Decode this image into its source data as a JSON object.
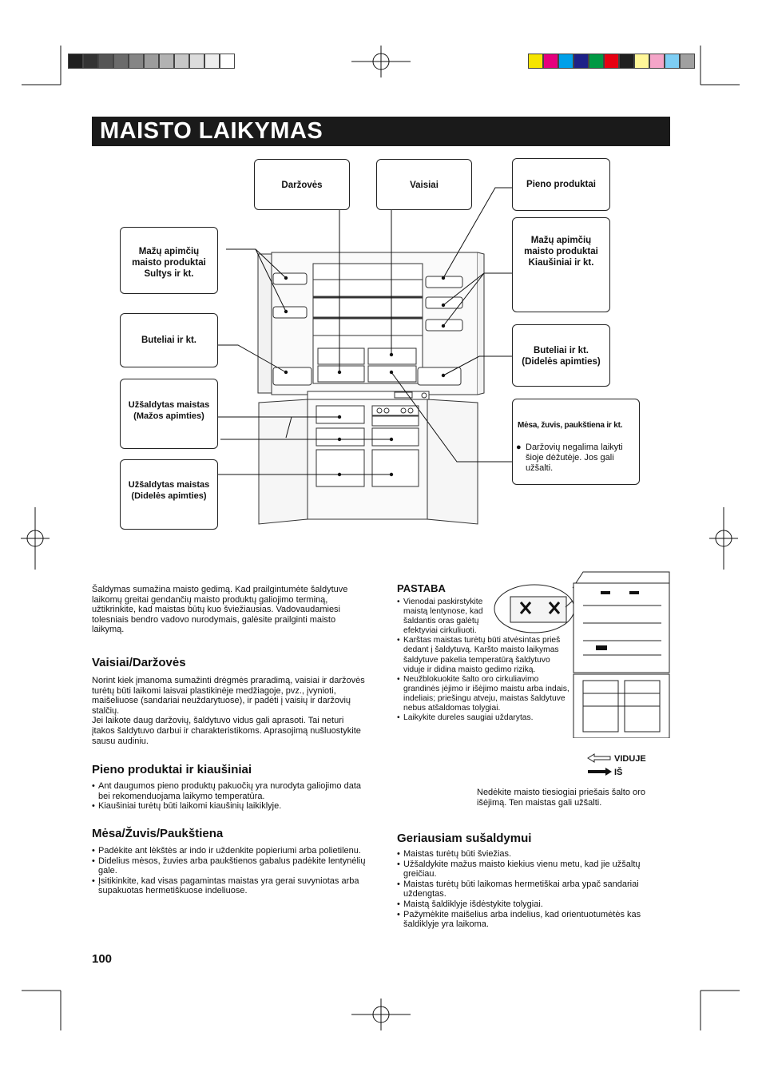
{
  "title": "MAISTO LAIKYMAS",
  "page_number": "100",
  "color_bar_left": [
    "#1f1f1f",
    "#333333",
    "#555555",
    "#6b6b6b",
    "#858585",
    "#9c9c9c",
    "#b2b2b2",
    "#c7c7c7",
    "#dcdcdc",
    "#eeeeee",
    "#ffffff"
  ],
  "color_bar_right": [
    "#f5e400",
    "#e5007d",
    "#00a0e9",
    "#1d2088",
    "#009944",
    "#e60012",
    "#1f1f1f",
    "#fff799",
    "#f4a5c8",
    "#7ecef4",
    "#a0a0a0"
  ],
  "diagram": {
    "label_darzoves": "Daržovės",
    "label_vaisiai": "Vaisiai",
    "label_pieno": "Pieno produktai",
    "label_small_left": "Mažų apimčių\nmaisto produktai\nSultys ir kt.",
    "label_small_right": "Mažų apimčių\nmaisto produktai\nKiaušiniai ir kt.",
    "label_buteliai": "Buteliai ir kt.",
    "label_buteliai_large": "Buteliai ir kt.\n(Didelės apimties)",
    "label_frozen_small": "Užšaldytas maistas\n(Mažos apimties)",
    "label_frozen_large": "Užšaldytas maistas\n(Didelės apimties)",
    "label_meat": "Mėsa, žuvis, paukštiena ir kt.",
    "meat_note": "Daržovių negalima laikyti šioje dėžutėje. Jos gali užšalti."
  },
  "intro": "Šaldymas sumažina maisto gedimą. Kad prailgintumėte šaldytuve laikomų greitai gendančių maisto produktų galiojimo terminą, užtikrinkite, kad maistas būtų kuo šviežiausias. Vadovaudamiesi tolesniais bendro vadovo nurodymais, galėsite prailginti maisto laikymą.",
  "sections": {
    "fruit_head": "Vaisiai/Daržovės",
    "fruit_text": "Norint kiek įmanoma sumažinti drėgmės praradimą, vaisiai ir daržovės turėtų būti laikomi laisvai plastikinėje medžiagoje, pvz., įvynioti, maišeliuose (sandariai neuždarytuose), ir padėti į vaisių ir daržovių stalčių.\nJei laikote daug daržovių, šaldytuvo vidus gali aprasoti. Tai neturi įtakos šaldytuvo darbui ir charakteristikoms. Aprasojimą nušluostykite sausu audiniu.",
    "dairy_head": "Pieno produktai ir kiaušiniai",
    "dairy_items": [
      "Ant daugumos pieno produktų pakuočių yra nurodyta galiojimo data bei rekomenduojama laikymo temperatūra.",
      "Kiaušiniai turėtų būti laikomi kiaušinių laikiklyje."
    ],
    "meat_head": "Mėsa/Žuvis/Paukštiena",
    "meat_items": [
      "Padėkite ant lėkštės ar indo ir uždenkite popieriumi arba polietilenu.",
      "Didelius mėsos, žuvies arba paukštienos gabalus padėkite lentynėlių gale.",
      "Įsitikinkite, kad visas pagamintas maistas yra gerai suvyniotas arba supakuotas hermetiškuose indeliuose."
    ],
    "note_head": "PASTABA",
    "note_items": [
      "Vienodai paskirstykite maistą lentynose, kad šaldantis oras galėtų efektyviai cirkuliuoti.",
      "Karštas maistas turėtų būti atvėsintas prieš dedant į šaldytuvą. Karšto maisto laikymas šaldytuve pakelia temperatūrą šaldytuvo viduje ir didina maisto gedimo riziką.",
      "Neužblokuokite šalto oro cirkuliavimo grandinės įėjimo ir išėjimo maistu arba indais, indeliais; priešingu atveju, maistas šaldytuve nebus atšaldomas tolygiai.",
      "Laikykite dureles saugiai uždarytas."
    ],
    "legend_in": "VIDUJE",
    "legend_out": "IŠ",
    "cold_air_note": "Nedėkite maisto tiesiogiai priešais šalto oro išėjimą. Ten maistas gali užšalti.",
    "freeze_head": "Geriausiam sušaldymui",
    "freeze_items": [
      "Maistas turėtų būti šviežias.",
      "Užšaldykite mažus maisto kiekius vienu metu, kad jie užšaltų greičiau.",
      "Maistas turėtų būti laikomas hermetiškai arba ypač sandariai uždengtas.",
      "Maistą šaldiklyje išdėstykite tolygiai.",
      "Pažymėkite maišelius arba indelius, kad orientuotumėtės kas šaldiklyje yra laikoma."
    ]
  }
}
